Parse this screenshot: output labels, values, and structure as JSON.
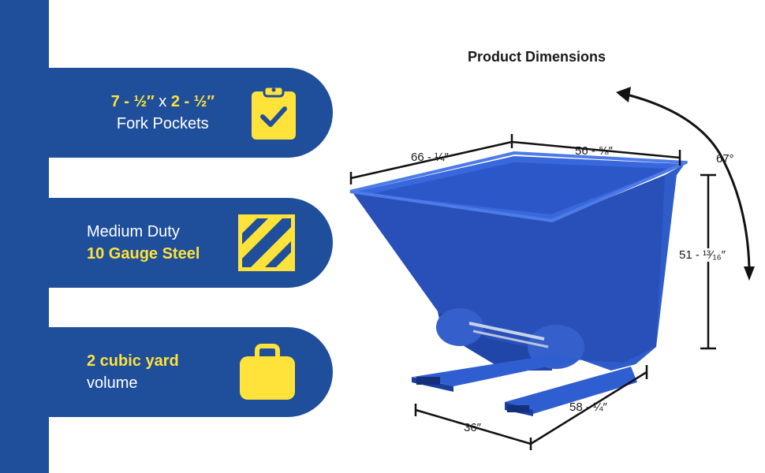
{
  "features": [
    {
      "line1_accent": "7 - ½″",
      "line1_mid": " x ",
      "line1_accent2": "2 - ½″",
      "line2": "Fork Pockets",
      "icon": "clipboard-check-icon"
    },
    {
      "line1": "Medium Duty",
      "line2_accent": "10 Gauge Steel",
      "icon": "striped-steel-icon"
    },
    {
      "line1_accent": "2 cubic yard",
      "line2": "volume",
      "icon": "container-bag-icon"
    }
  ],
  "diagram": {
    "title": "Product Dimensions",
    "dims": {
      "top_left": "66 - ¼″",
      "top_right": "56 - ⅝″",
      "angle": "67°",
      "height": "51 - ¹³⁄₁₆″",
      "base_depth": "58 - ¼″",
      "base_width": "36″"
    }
  },
  "colors": {
    "brand_blue": "#1f4f9b",
    "accent_yellow": "#ffe23a",
    "hopper_blue": "#2a56c6"
  }
}
